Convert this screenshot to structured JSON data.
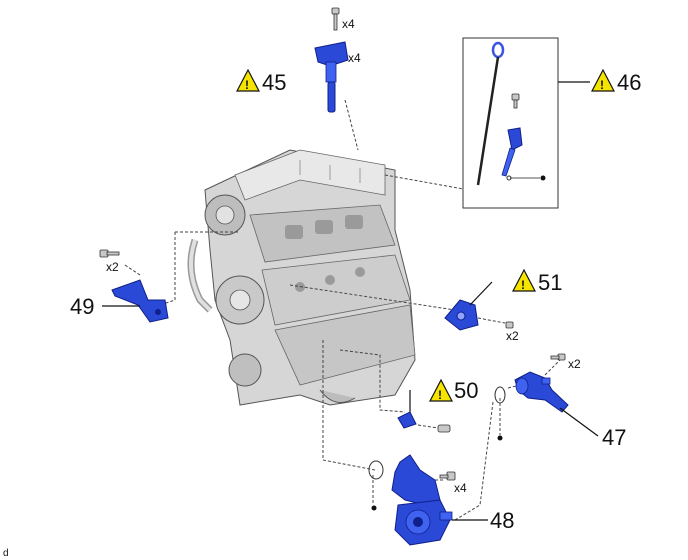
{
  "callouts": {
    "c45": "45",
    "c46": "46",
    "c47": "47",
    "c48": "48",
    "c49": "49",
    "c50": "50",
    "c51": "51"
  },
  "quantities": {
    "coil_bolt": "x4",
    "coil": "x4",
    "bracket_bolt": "x2",
    "cover_bolt": "x2",
    "housing_bolt": "x2",
    "pump_bolt": "x4"
  },
  "corner_code": "d",
  "warning_symbol": "!",
  "colors": {
    "part_blue": "#2a49d6",
    "warning_yellow": "#f5e400",
    "engine_gray": "#d4d4d4"
  }
}
